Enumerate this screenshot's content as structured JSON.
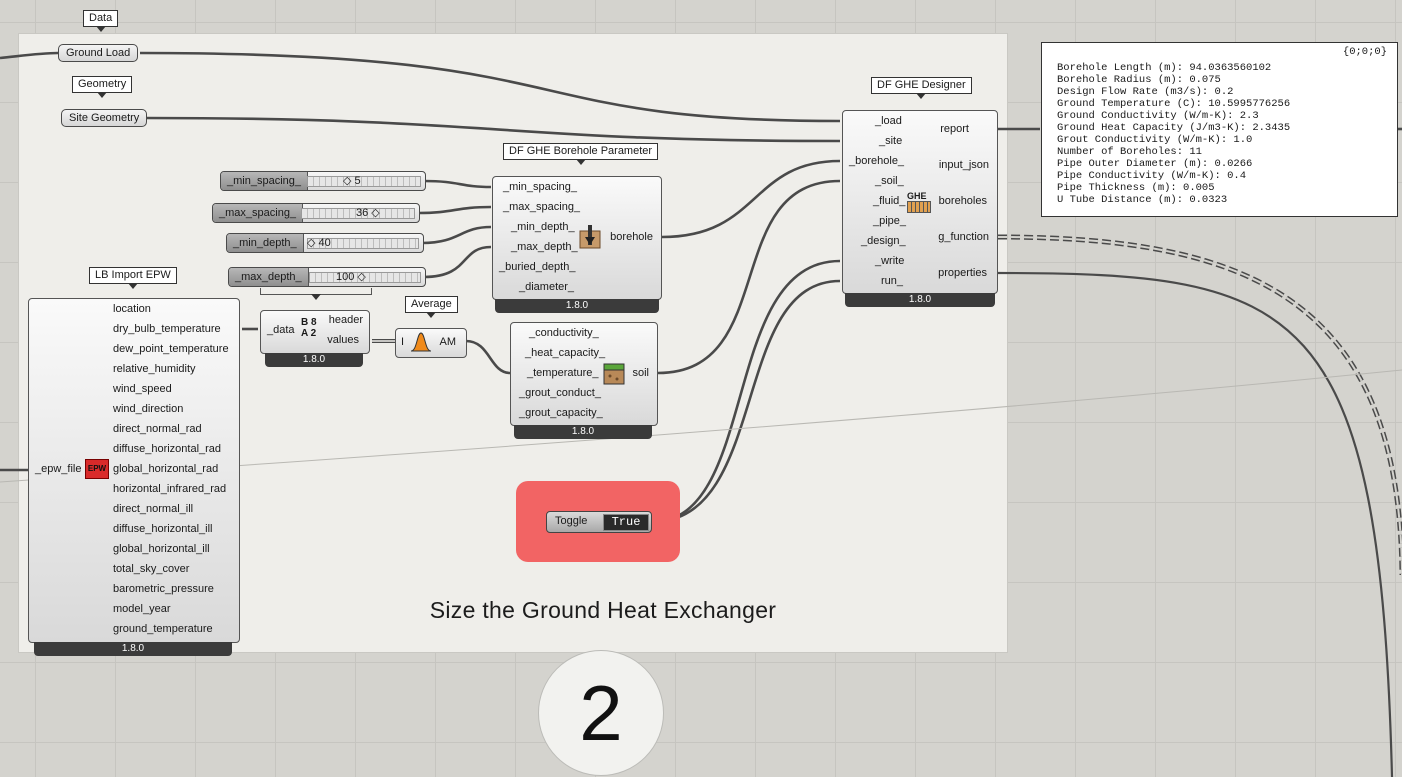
{
  "canvas": {
    "group_title": "Size the Ground Heat Exchanger",
    "step_number": "2"
  },
  "tags": {
    "data": "Data",
    "geometry": "Geometry",
    "designer": "DF GHE Designer",
    "borehole_param": "DF GHE Borehole Parameter",
    "import_epw": "LB Import EPW",
    "average": "Average"
  },
  "params": {
    "ground_load": "Ground Load",
    "site_geometry": "Site Geometry"
  },
  "sliders": {
    "min_spacing": {
      "label": "_min_spacing_",
      "value": "5"
    },
    "max_spacing": {
      "label": "_max_spacing_",
      "value": "36"
    },
    "min_depth": {
      "label": "_min_depth_",
      "value": "40"
    },
    "max_depth": {
      "label": "_max_depth_",
      "value": "100"
    }
  },
  "borehole_param": {
    "inputs": [
      "_min_spacing_",
      "_max_spacing_",
      "_min_depth_",
      "_max_depth_",
      "_buried_depth_",
      "_diameter_"
    ],
    "output": "borehole",
    "version": "1.8.0"
  },
  "designer": {
    "inputs": [
      "_load",
      "_site",
      "_borehole_",
      "_soil_",
      "_fluid_",
      "_pipe_",
      "_design_",
      "_write",
      "run_"
    ],
    "outputs": [
      "report",
      "input_json",
      "boreholes",
      "g_function",
      "properties"
    ],
    "icon_label": "GHE",
    "version": "1.8.0"
  },
  "epw": {
    "input": "_epw_file",
    "outputs": [
      "location",
      "dry_bulb_temperature",
      "dew_point_temperature",
      "relative_humidity",
      "wind_speed",
      "wind_direction",
      "direct_normal_rad",
      "diffuse_horizontal_rad",
      "global_horizontal_rad",
      "horizontal_infrared_rad",
      "direct_normal_ill",
      "diffuse_horizontal_ill",
      "global_horizontal_ill",
      "total_sky_cover",
      "barometric_pressure",
      "model_year",
      "ground_temperature"
    ],
    "icon_label": "EPW",
    "version": "1.8.0"
  },
  "deconstruct": {
    "input": "_data",
    "outputs": [
      "header",
      "values"
    ],
    "version": "1.8.0"
  },
  "average": {
    "input": "I",
    "output": "AM"
  },
  "soil": {
    "inputs": [
      "_conductivity_",
      "_heat_capacity_",
      "_temperature_",
      "_grout_conduct_",
      "_grout_capacity_"
    ],
    "output": "soil",
    "version": "1.8.0"
  },
  "toggle": {
    "label": "Toggle",
    "value": "True"
  },
  "panel": {
    "path": "{0;0;0}",
    "index": "0",
    "lines": [
      "Borehole Length (m): 94.0363560102",
      "Borehole Radius (m): 0.075",
      "Design Flow Rate (m3/s): 0.2",
      "Ground Temperature (C): 10.5995776256",
      "Ground Conductivity (W/m-K): 2.3",
      "Ground Heat Capacity (J/m3-K): 2.3435",
      "Grout Conductivity (W/m-K): 1.0",
      "Number of Boreholes: 11",
      "Pipe Outer Diameter (m): 0.0266",
      "Pipe Conductivity (W/m-K): 0.4",
      "Pipe Thickness (m): 0.005",
      "U Tube Distance (m): 0.0323"
    ]
  },
  "colors": {
    "toggle_background": "#f26464",
    "canvas_background": "#d4d3ce",
    "group_background": "#efeeea"
  }
}
